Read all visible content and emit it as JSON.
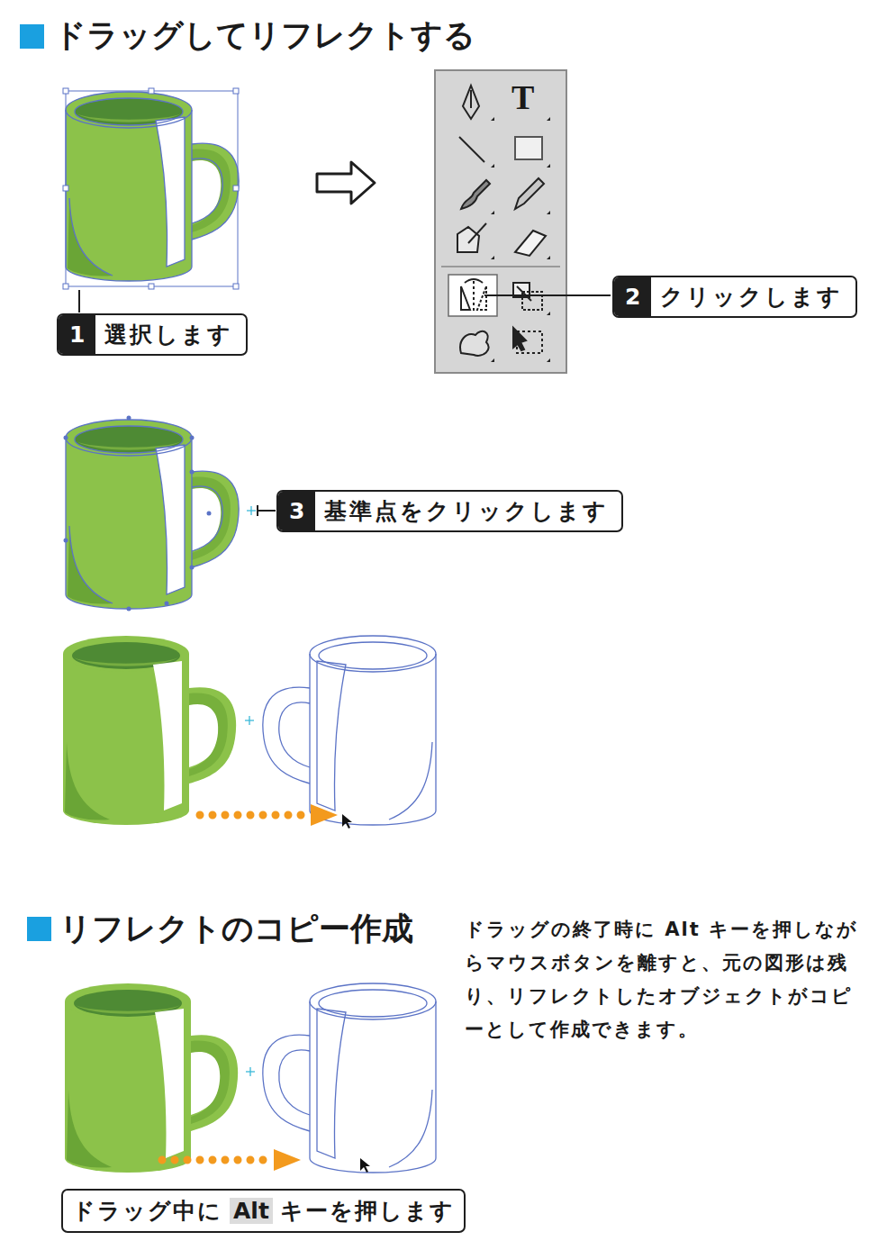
{
  "diagram": {
    "title": "ドラッグしてリフレクトする",
    "nodes": [
      {
        "text": [
          "1",
          "選択します"
        ]
      },
      {
        "text": [
          "2",
          "クリックします"
        ]
      },
      {
        "text": [
          "3",
          "基準点をクリックします"
        ]
      },
      {
        "text": [
          "ドラッグ中に",
          "Alt",
          "キーを押します"
        ]
      }
    ],
    "labels": [
      "T",
      "リフレクトのコピー作成",
      "ドラッグの終了時に Alt キーを押しながらマウスボタンを離すと、元の図形は残り、リフレクトしたオブジェクトがコピーとして作成できます。"
    ]
  }
}
